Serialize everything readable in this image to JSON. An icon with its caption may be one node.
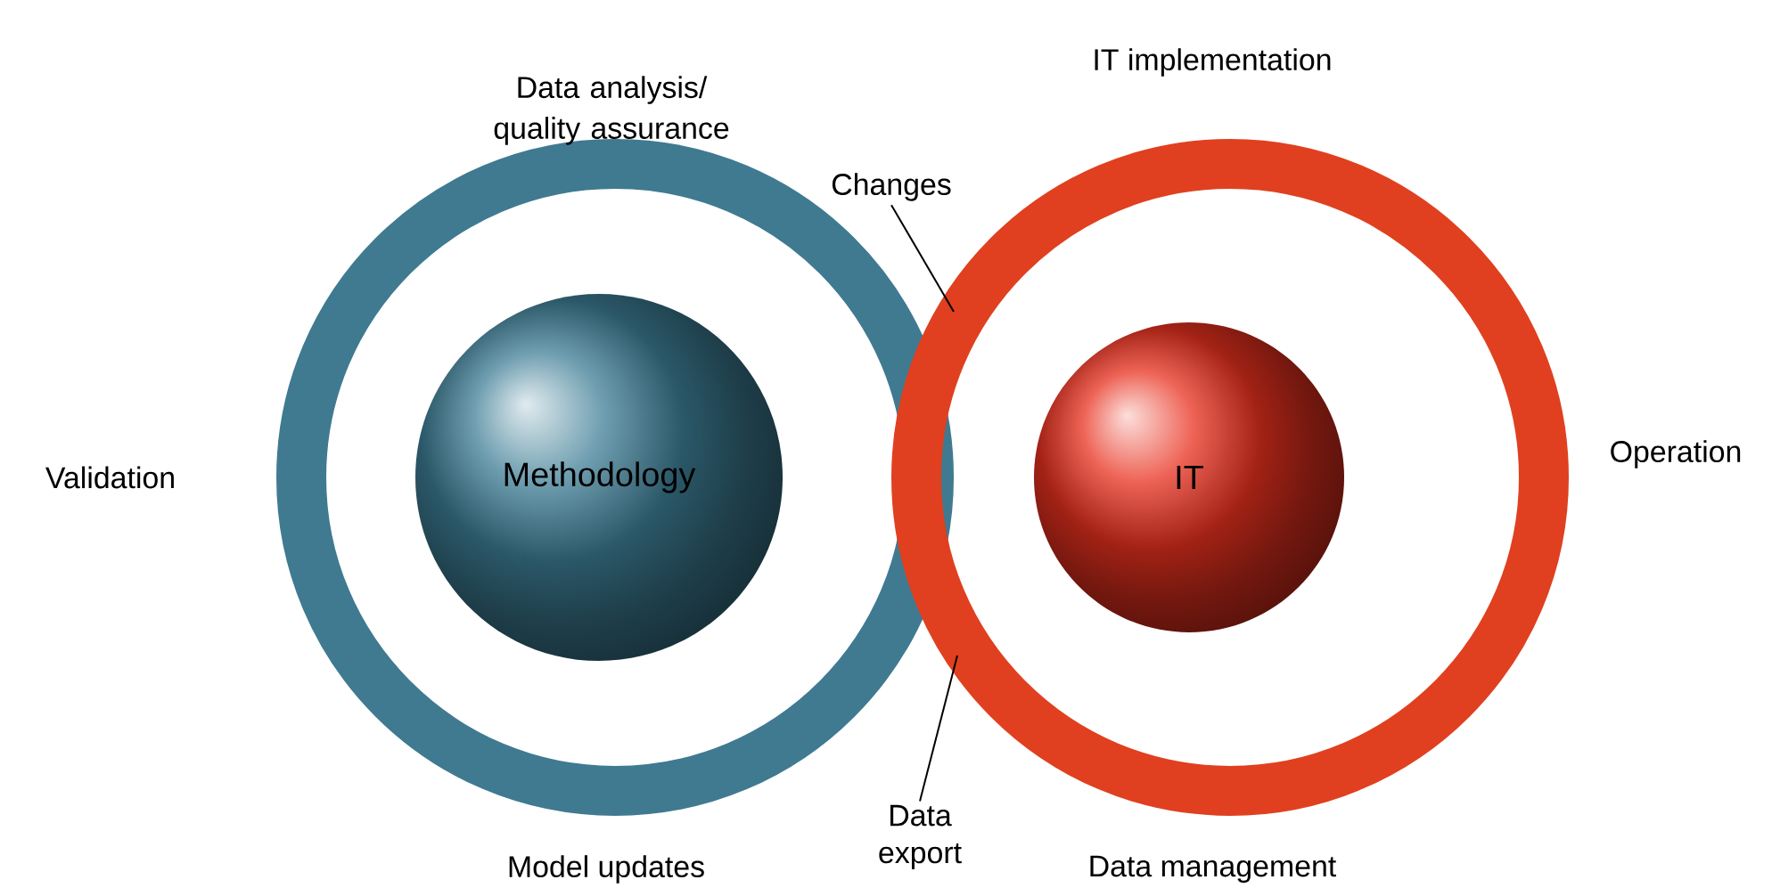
{
  "diagram": {
    "nodes": [
      {
        "text": [],
        "shape": "circle"
      },
      {
        "text": [
          "Methodology"
        ],
        "in": 0
      },
      {
        "text": [],
        "shape": "circle"
      },
      {
        "text": [
          "IT"
        ],
        "in": 2
      },
      {
        "text": [
          "Changes"
        ]
      },
      {
        "text": [
          "Data export"
        ]
      }
    ],
    "edges": [
      {
        "from": 4,
        "to": 2,
        "arrow": "none"
      },
      {
        "from": 5,
        "to": 2,
        "arrow": "none"
      }
    ],
    "labels": [
      "Data analysis/ quality assurance",
      "IT implementation",
      "Validation",
      "Operation",
      "Model updates",
      "Data management"
    ]
  }
}
